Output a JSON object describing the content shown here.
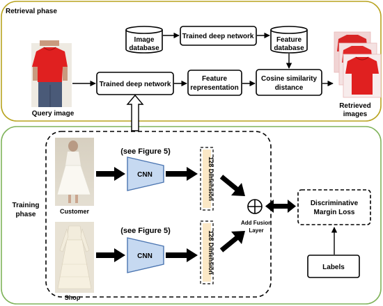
{
  "retrieval": {
    "phase_label": "Retrieval phase",
    "image_database": [
      "Image",
      "database"
    ],
    "trained_network_top": "Trained deep network",
    "feature_database": [
      "Feature",
      "database"
    ],
    "query_label": "Query image",
    "trained_network_main": "Trained deep network",
    "feature_representation": [
      "Feature",
      "representation"
    ],
    "cosine_similarity": [
      "Cosine similarity",
      "distance"
    ],
    "retrieved_label": [
      "Retrieved",
      "images"
    ]
  },
  "training": {
    "phase_label": [
      "Training",
      "phase"
    ],
    "see_figure_top": "(see Figure 5)",
    "see_figure_bottom": "(see Figure 5)",
    "cnn_top": "CNN",
    "cnn_bottom": "CNN",
    "dimension_top": "128 Dimension",
    "dimension_bottom": "128 Dimension",
    "customer_label": "Customer",
    "shop_label": "Shop",
    "fusion_symbol": "⊕",
    "fusion_label": [
      "Add Fusion",
      "Layer"
    ],
    "loss_box": [
      "Discriminative",
      "Margin Loss"
    ],
    "labels_box": "Labels"
  },
  "colors": {
    "retrieval_border": "#b8a31f",
    "training_border": "#7fb35a",
    "cnn_fill": "#c6d9f1",
    "cnn_stroke": "#4a74b0",
    "dimension_fill": "#fbe8c6",
    "red_shirt": "#e02020"
  }
}
